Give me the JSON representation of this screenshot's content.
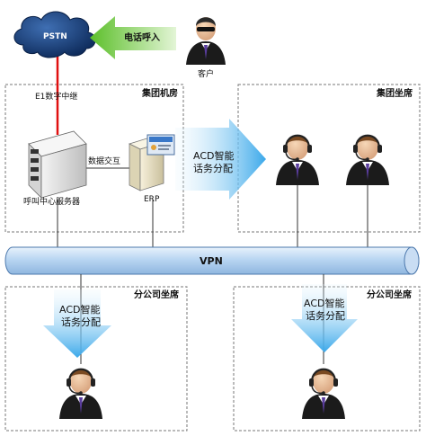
{
  "diagram": {
    "pstn_label": "PSTN",
    "incoming_call_label": "电话呼入",
    "customer_label": "客户",
    "trunk_label": "E1数字中继",
    "data_center_label": "集团机房",
    "hq_agents_label": "集团坐席",
    "call_center_server_label": "呼叫中心服务器",
    "data_exchange_label": "数据交互",
    "erp_label": "ERP",
    "acd_top_line1": "ACD智能",
    "acd_top_line2": "话务分配",
    "vpn_label": "VPN",
    "branch_left_label": "分公司坐席",
    "branch_right_label": "分公司坐席",
    "acd_left_line1": "ACD智能",
    "acd_left_line2": "话务分配",
    "acd_right_line1": "ACD智能",
    "acd_right_line2": "话务分配"
  },
  "colors": {
    "trunk_line": "#e01010",
    "pipe": "#a9c8ea",
    "arrow": "#4cb0ec",
    "green_arrow": "#6cc43b",
    "cloud": "#1a3f7a"
  },
  "icons": [
    "cloud-icon",
    "customer-person-icon",
    "server-icon",
    "erp-computer-icon",
    "agent-headset-icon"
  ]
}
